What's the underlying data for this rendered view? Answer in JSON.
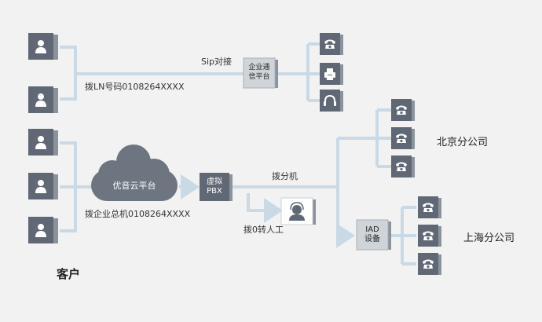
{
  "labels": {
    "sip_label": "Sip对接",
    "dial_ln": "拨LN号码0108264XXXX",
    "dial_total": "拨企业总机0108264XXXX",
    "dial_ext": "拨分机",
    "dial_zero": "拨0转人工",
    "customer": "客户",
    "beijing": "北京分公司",
    "shanghai": "上海分公司"
  },
  "nodes": {
    "enterprise_platform_line1": "企业通",
    "enterprise_platform_line2": "信平台",
    "cloud": "优音云平台",
    "pbx_line1": "虚拟",
    "pbx_line2": "PBX",
    "iad_line1": "IAD",
    "iad_line2": "设备"
  },
  "icons": {
    "customer": "person-icon",
    "phone": "phone-icon",
    "fax": "fax-icon",
    "headset": "headset-icon",
    "operator": "operator-icon"
  },
  "colors": {
    "background": "#f2f2f2",
    "line": "#c9d9e6",
    "icon_box": "#5f6874",
    "icon_box_side": "#8a929c",
    "cloud": "#6d7580"
  }
}
